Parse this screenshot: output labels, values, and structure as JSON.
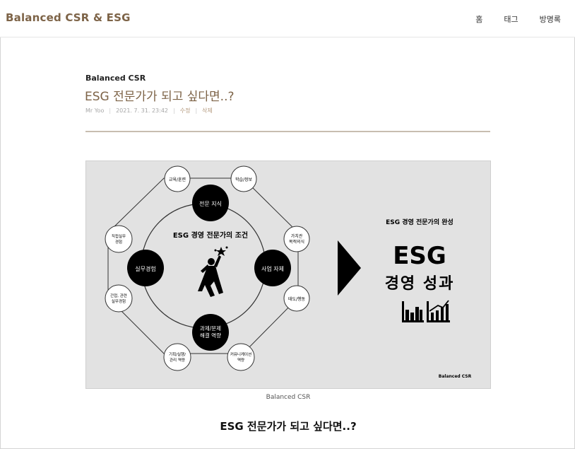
{
  "site": {
    "title": "Balanced CSR & ESG",
    "nav": [
      {
        "label": "홈"
      },
      {
        "label": "태그"
      },
      {
        "label": "방명록"
      }
    ]
  },
  "post": {
    "category": "Balanced CSR",
    "title": "ESG 전문가가 되고 싶다면..?",
    "author": "Mr Yoo",
    "date": "2021. 7. 31. 23:42",
    "edit_label": "수정",
    "delete_label": "삭제",
    "caption": "Balanced CSR",
    "section_heading": "ESG 전문가가 되고 싶다면..?"
  },
  "figure": {
    "center_title": "ESG 경영 전문가의 조건",
    "core_nodes": [
      "전문 지식",
      "사업 자체",
      "과제/문제\n해결 역량",
      "실무경험"
    ],
    "outer_nodes": [
      "교육/훈련",
      "학습/정보",
      "가치관\n목적의식",
      "태도/행동",
      "커뮤니케이션\n역량",
      "기획/실행/\n관리 역량",
      "간접, 관련\n실무경험",
      "직접실무\n경험"
    ],
    "right_title": "ESG 경영 전문가의 완성",
    "big_title": "ESG",
    "big_subtitle": "경영 성과",
    "watermark": "Balanced CSR",
    "colors": {
      "dark": "#000000",
      "panel": "#e2e2e2",
      "node_fill": "#ffffff"
    }
  },
  "icons": [
    "person-reaching-star-icon",
    "play-arrow-icon",
    "bar-chart-icon",
    "trend-chart-icon"
  ]
}
